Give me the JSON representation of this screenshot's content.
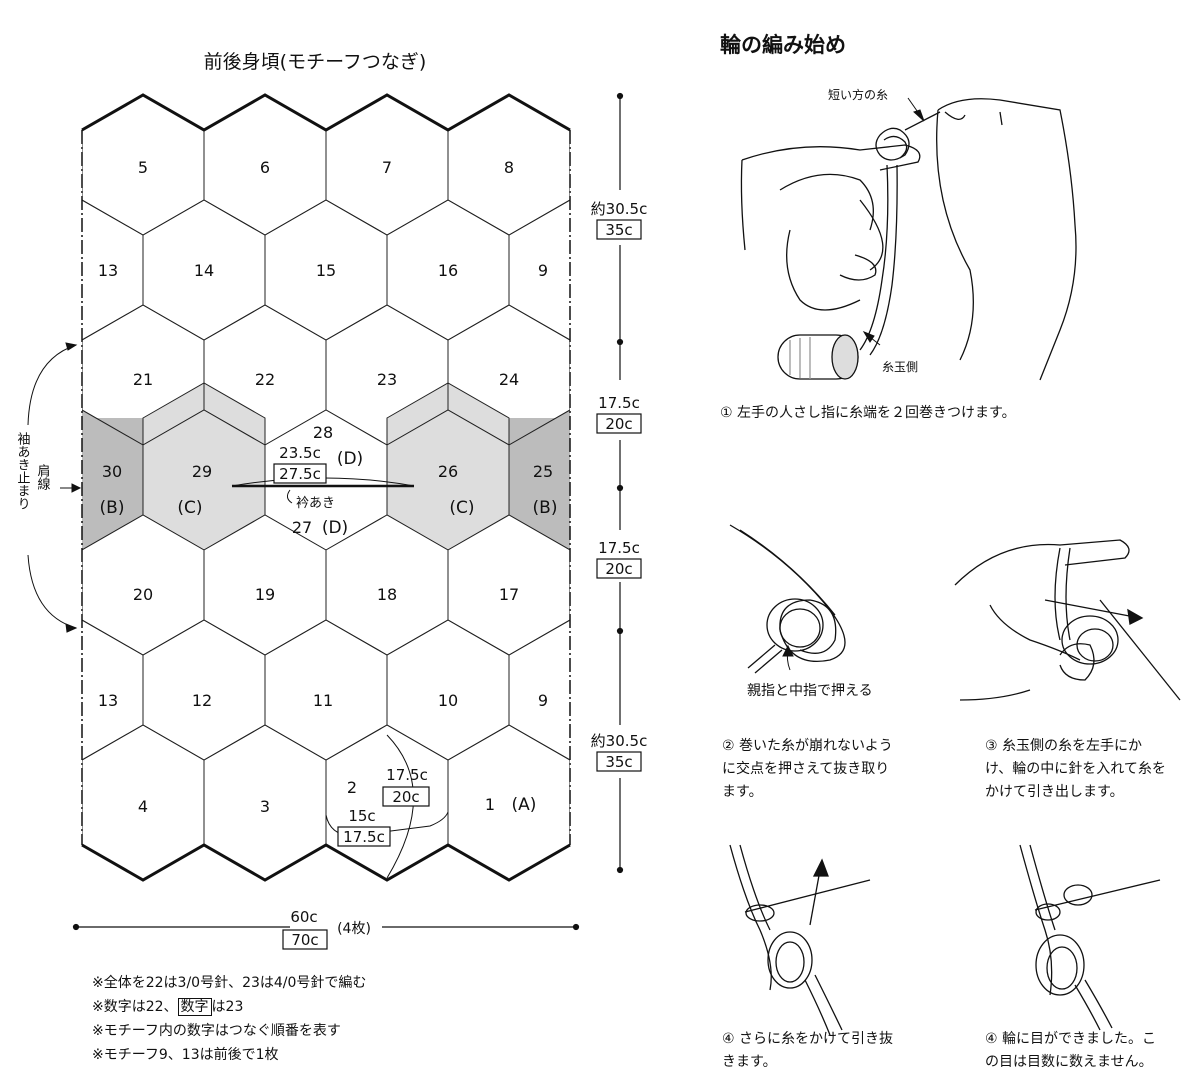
{
  "left_title": "前後身頃(モチーフつなぎ)",
  "right_title": "輪の編み始め",
  "motifs": {
    "m5": "5",
    "m6": "6",
    "m7": "7",
    "m8": "8",
    "m13a": "13",
    "m14": "14",
    "m15": "15",
    "m16": "16",
    "m9a": "9",
    "m21": "21",
    "m22": "22",
    "m23": "23",
    "m24": "24",
    "m30": "30",
    "m29": "29",
    "m28": "28",
    "m26": "26",
    "m25": "25",
    "m27": "27",
    "m20": "20",
    "m19": "19",
    "m18": "18",
    "m17": "17",
    "m13b": "13",
    "m12": "12",
    "m11": "11",
    "m10": "10",
    "m9b": "9",
    "m4": "4",
    "m3": "3",
    "m2": "2",
    "m1": "1"
  },
  "types": {
    "a": "(A)",
    "b": "(B)",
    "c": "(C)",
    "d": "(D)"
  },
  "dims": {
    "d1": "約30.5c",
    "d1b": "35c",
    "d2": "17.5c",
    "d2b": "20c",
    "d3": "17.5c",
    "d3b": "20c",
    "d4": "約30.5c",
    "d4b": "35c",
    "width": "60c",
    "width_b": "70c",
    "pieces": "(4枚)",
    "neck": "23.5c",
    "neck_b": "27.5c",
    "m2_h": "17.5c",
    "m2_hb": "20c",
    "m2_w": "15c",
    "m2_wb": "17.5c"
  },
  "labels": {
    "neck_opening": "衿あき",
    "shoulder": "肩線",
    "sleeve": "袖あき止まり"
  },
  "notes": {
    "n1": "※全体を22は3/0号針、23は4/0号針で編む",
    "n2_pre": "※数字は22、",
    "n2_box": "数字",
    "n2_post": "は23",
    "n3": "※モチーフ内の数字はつなぐ順番を表す",
    "n4": "※モチーフ9、13は前後で1枚"
  },
  "illustration": {
    "short_yarn": "短い方の糸",
    "ball_side": "糸玉側",
    "hold": "親指と中指で押える"
  },
  "steps": {
    "s1": "① 左手の人さし指に糸端を２回巻きつけます。",
    "s2a": "② 巻いた糸が崩れないよう",
    "s2b": "に交点を押さえて抜き取り",
    "s2c": "ます。",
    "s3a": "③ 糸玉側の糸を左手にか",
    "s3b": "け、輪の中に針を入れて糸を",
    "s3c": "かけて引き出します。",
    "s4a": "④ さらに糸をかけて引き抜",
    "s4b": "きます。",
    "s5a": "④ 輪に目ができました。こ",
    "s5b": "の目は目数に数えません。"
  },
  "colors": {
    "shade_dark": "#bcbcbc",
    "shade_light": "#dddddd",
    "ink": "#111111"
  }
}
